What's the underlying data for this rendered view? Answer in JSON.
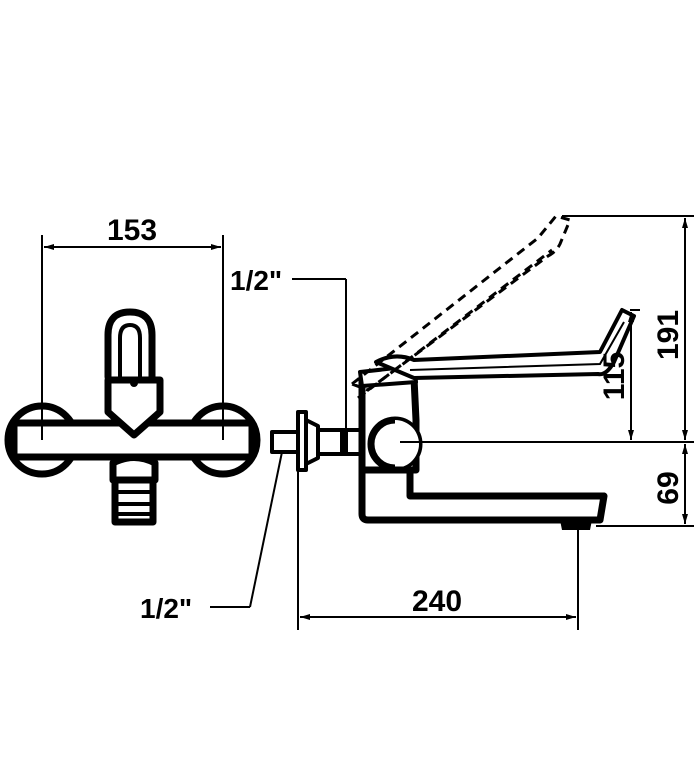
{
  "dimensions": {
    "width_153": "153",
    "thread_top": "1/2\"",
    "thread_bottom": "1/2\"",
    "length_240": "240",
    "height_191": "191",
    "height_115": "115",
    "height_69": "69"
  },
  "colors": {
    "line": "#000000",
    "background": "#ffffff"
  }
}
